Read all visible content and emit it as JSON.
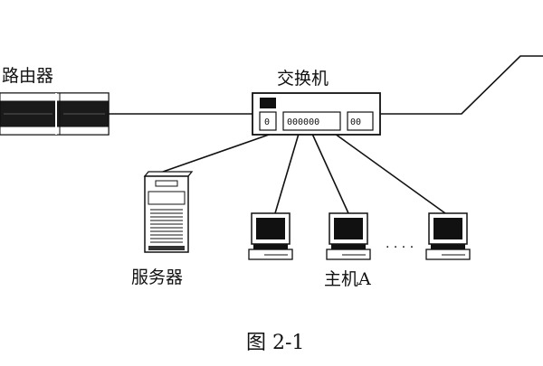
{
  "labels": {
    "router": "路由器",
    "switch": "交换机",
    "server": "服务器",
    "host": "主机A",
    "ellipsis": "· · · ·",
    "caption": "图 2-1"
  },
  "switch_ports": {
    "port_left": "0",
    "port_mid": "000000",
    "port_right": "00"
  },
  "colors": {
    "line": "#111111",
    "device_fill": "#ffffff",
    "router_fill": "#1a1a1a"
  },
  "icons": [
    "router-icon",
    "switch-icon",
    "server-icon",
    "computer-icon"
  ]
}
